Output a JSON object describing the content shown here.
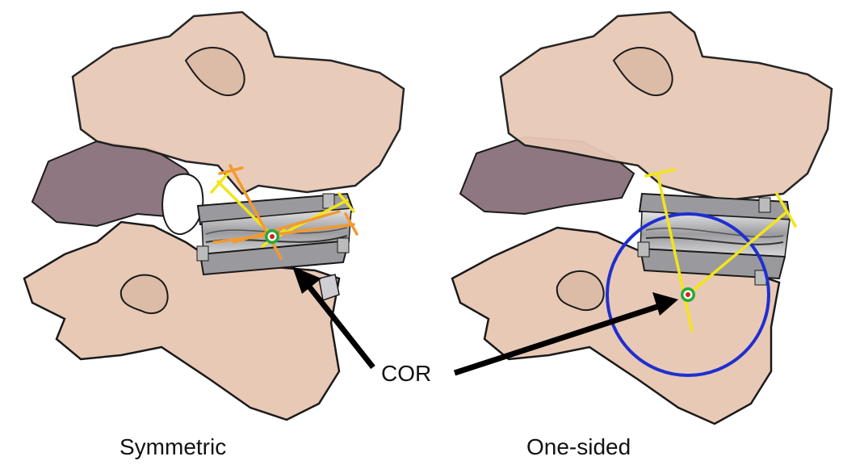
{
  "figure": {
    "left_caption": "Symmetric",
    "right_caption": "One-sided",
    "center_label": "COR"
  },
  "colors": {
    "bone": "#e8c9b6",
    "bone_dark": "#b59aa2",
    "bone_purple": "#8e7780",
    "outline": "#1a1a1a",
    "implant": "#b9b9bd",
    "implant_dark": "#4a4a4e",
    "yellow_line": "#f2e51a",
    "orange_line": "#f29a2e",
    "circle_blue": "#1f2fcf",
    "cor_green": "#27a83a",
    "cor_red": "#d1241b",
    "arrow": "#000000"
  },
  "icons": {
    "cor_marker": "target-icon",
    "arrow": "arrow-icon"
  }
}
